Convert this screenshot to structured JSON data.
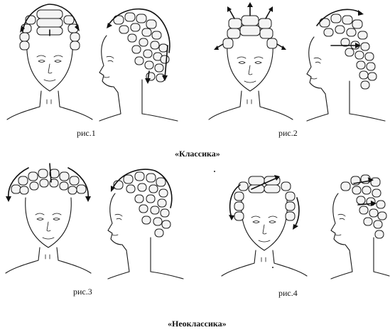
{
  "figures": [
    {
      "label": "рис.1"
    },
    {
      "label": "рис.2"
    },
    {
      "label": "рис.3"
    },
    {
      "label": "рис.4"
    }
  ],
  "sections": [
    {
      "title": "«Классика»"
    },
    {
      "title": "«Неоклассика»"
    }
  ]
}
